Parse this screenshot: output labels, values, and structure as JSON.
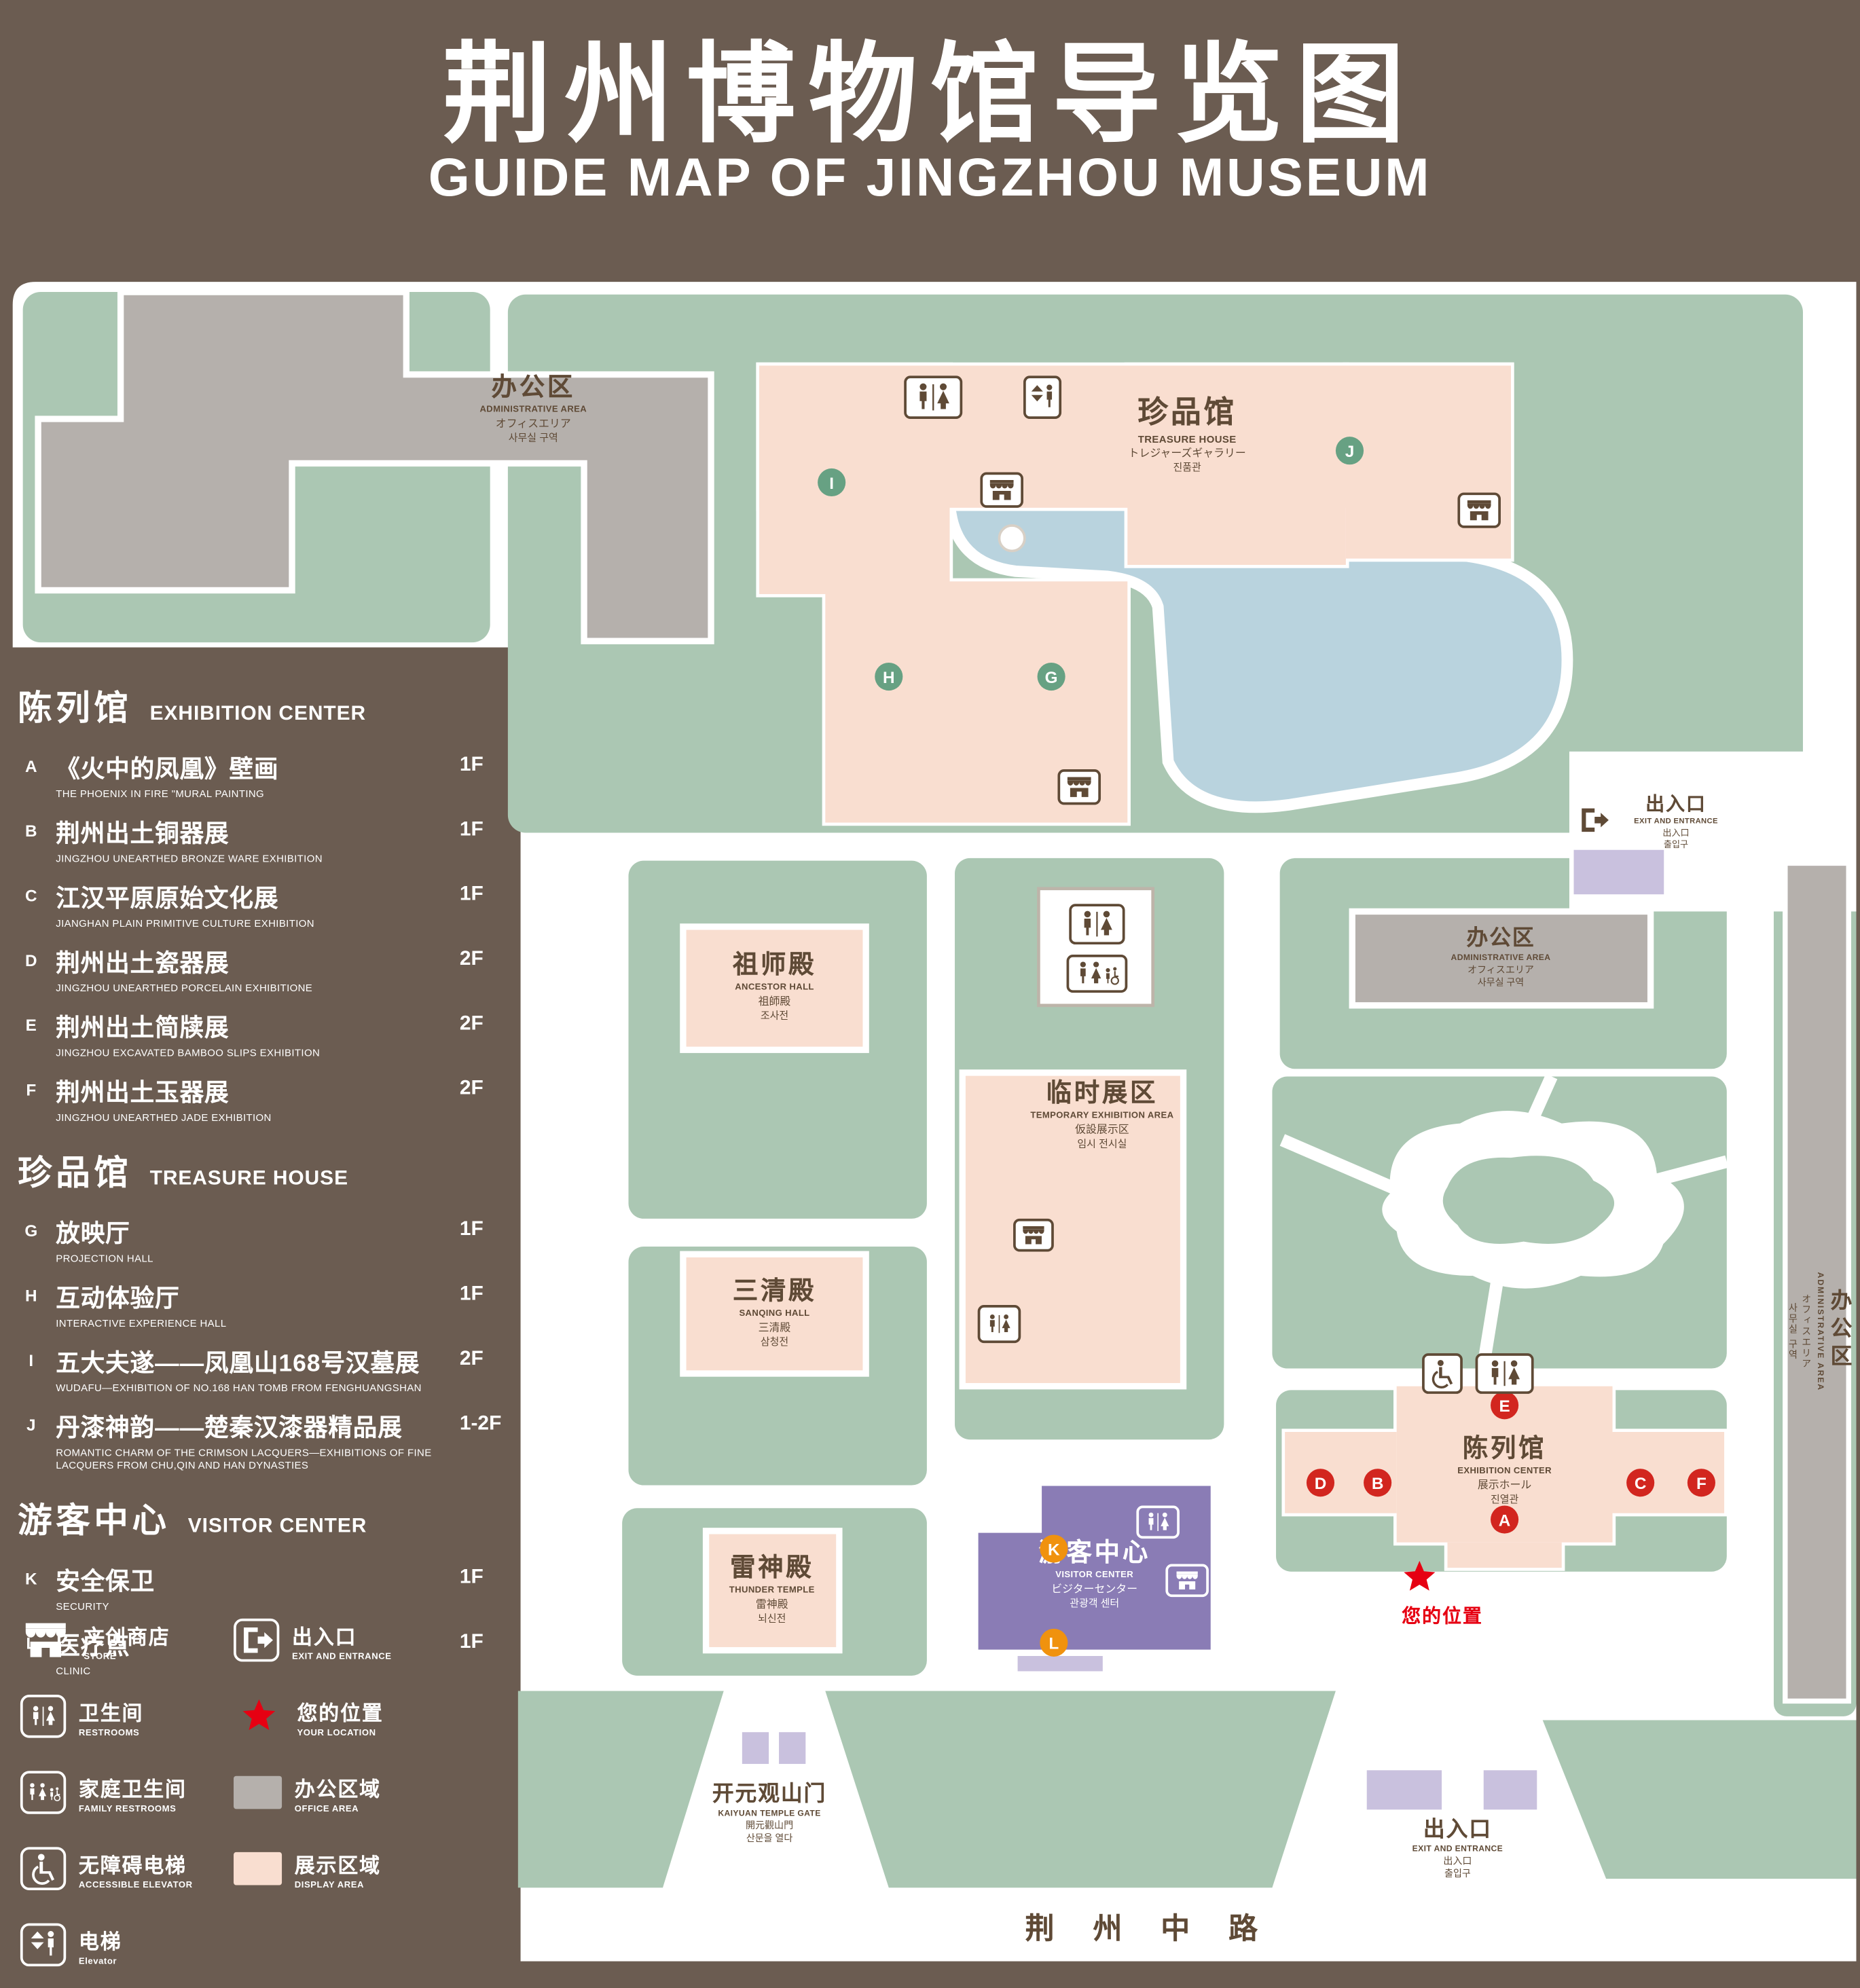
{
  "title": {
    "zh": "荆州博物馆导览图",
    "en": "GUIDE MAP OF JINGZHOU MUSEUM"
  },
  "sidebar": {
    "sections": [
      {
        "zh": "陈列馆",
        "en": "EXHIBITION CENTER",
        "items": [
          {
            "key": "A",
            "zh": "《火中的凤凰》壁画",
            "en": "THE PHOENIX IN FIRE \"MURAL PAINTING",
            "floor": "1F"
          },
          {
            "key": "B",
            "zh": "荆州出土铜器展",
            "en": "JINGZHOU UNEARTHED BRONZE WARE EXHIBITION",
            "floor": "1F"
          },
          {
            "key": "C",
            "zh": "江汉平原原始文化展",
            "en": "JIANGHAN PLAIN PRIMITIVE CULTURE EXHIBITION",
            "floor": "1F"
          },
          {
            "key": "D",
            "zh": "荆州出土瓷器展",
            "en": "JINGZHOU UNEARTHED PORCELAIN EXHIBITIONE",
            "floor": "2F"
          },
          {
            "key": "E",
            "zh": "荆州出土简牍展",
            "en": "JINGZHOU EXCAVATED BAMBOO SLIPS EXHIBITION",
            "floor": "2F"
          },
          {
            "key": "F",
            "zh": "荆州出土玉器展",
            "en": "JINGZHOU UNEARTHED JADE EXHIBITION",
            "floor": "2F"
          }
        ]
      },
      {
        "zh": "珍品馆",
        "en": "TREASURE HOUSE",
        "items": [
          {
            "key": "G",
            "zh": "放映厅",
            "en": "PROJECTION HALL",
            "floor": "1F"
          },
          {
            "key": "H",
            "zh": "互动体验厅",
            "en": "INTERACTIVE EXPERIENCE HALL",
            "floor": "1F"
          },
          {
            "key": "I",
            "zh": "五大夫遂——凤凰山168号汉墓展",
            "en": "WUDAFU—EXHIBITION OF NO.168 HAN TOMB FROM FENGHUANGSHAN",
            "floor": "2F"
          },
          {
            "key": "J",
            "zh": "丹漆神韵——楚秦汉漆器精品展",
            "en": "ROMANTIC CHARM OF THE CRIMSON LACQUERS—EXHIBITIONS OF FINE LACQUERS FROM CHU,QIN AND HAN DYNASTIES",
            "floor": "1-2F"
          }
        ]
      },
      {
        "zh": "游客中心",
        "en": "VISITOR CENTER",
        "items": [
          {
            "key": "K",
            "zh": "安全保卫",
            "en": "SECURITY",
            "floor": "1F"
          },
          {
            "key": "L",
            "zh": "医疗点",
            "en": "CLINIC",
            "floor": "1F"
          }
        ]
      }
    ]
  },
  "legend": {
    "items": [
      {
        "zh": "文创商店",
        "en": "STORE"
      },
      {
        "zh": "出入口",
        "en": "EXIT AND ENTRANCE"
      },
      {
        "zh": "卫生间",
        "en": "RESTROOMS"
      },
      {
        "zh": "您的位置",
        "en": "YOUR LOCATION"
      },
      {
        "zh": "家庭卫生间",
        "en": "FAMILY RESTROOMS"
      },
      {
        "zh": "办公区域",
        "en": "OFFICE AREA"
      },
      {
        "zh": "无障碍电梯",
        "en": "ACCESSIBLE ELEVATOR"
      },
      {
        "zh": "展示区域",
        "en": "DISPLAY AREA"
      },
      {
        "zh": "电梯",
        "en": "Elevator"
      }
    ]
  },
  "map": {
    "buildings": {
      "admin_nw": {
        "zh": "办公区",
        "en": "ADMINISTRATIVE AREA",
        "ja": "オフィスエリア",
        "ko": "사무실 구역"
      },
      "treasure_house": {
        "zh": "珍品馆",
        "en": "TREASURE HOUSE",
        "ja": "トレジャーズギャラリー",
        "ko": "진품관"
      },
      "ancestor_hall": {
        "zh": "祖师殿",
        "en": "ANCESTOR HALL",
        "ja": "祖師殿",
        "ko": "조사전"
      },
      "temporary_area": {
        "zh": "临时展区",
        "en": "TEMPORARY EXHIBITION AREA",
        "ja": "仮設展示区",
        "ko": "임시 전시실"
      },
      "sanqing_hall": {
        "zh": "三清殿",
        "en": "SANQING HALL",
        "ja": "三清殿",
        "ko": "삼청전"
      },
      "thunder_temple": {
        "zh": "雷神殿",
        "en": "THUNDER TEMPLE",
        "ja": "雷神殿",
        "ko": "뇌신전"
      },
      "visitor_center": {
        "zh": "游客中心",
        "en": "VISITOR CENTER",
        "ja": "ビジターセンター",
        "ko": "관광객 센터"
      },
      "exhibition_center": {
        "zh": "陈列馆",
        "en": "EXHIBITION CENTER",
        "ja": "展示ホール",
        "ko": "진열관"
      },
      "admin_center": {
        "zh": "办公区",
        "en": "ADMINISTRATIVE AREA",
        "ja": "オフィスエリア",
        "ko": "사무실 구역"
      },
      "admin_east": {
        "zh": "办公区",
        "en": "ADMINISTRATIVE AREA",
        "ja": "オフィスエリア",
        "ko": "사무실 구역"
      }
    },
    "labels": {
      "exit_east": {
        "zh": "出入口",
        "en": "EXIT AND ENTRANCE",
        "ja": "出入口",
        "ko": "출입구"
      },
      "exit_south": {
        "zh": "出入口",
        "en": "EXIT AND ENTRANCE",
        "ja": "出入口",
        "ko": "출입구"
      },
      "kaiyuan_gate": {
        "zh": "开元观山门",
        "en": "KAIYUAN TEMPLE GATE",
        "ja": "開元觀山門",
        "ko": "산문을 열다"
      },
      "your_location": "您的位置",
      "road": "荆 州 中 路"
    },
    "markers": [
      "A",
      "B",
      "C",
      "D",
      "E",
      "F",
      "G",
      "H",
      "I",
      "J",
      "K",
      "L"
    ]
  },
  "colors": {
    "background": "#6b5c51",
    "lawn": "#abc7b3",
    "display_area": "#f9ded0",
    "office_area": "#b5b0ac",
    "visitor_center_purple": "#8a7cb5",
    "gate_lavender": "#c9c1de",
    "pond_blue": "#b9d3de",
    "marker_red": "#d2261f",
    "marker_green": "#67a183",
    "marker_orange": "#f0920e",
    "location_red": "#e60012",
    "map_text_brown": "#5f4a36"
  }
}
